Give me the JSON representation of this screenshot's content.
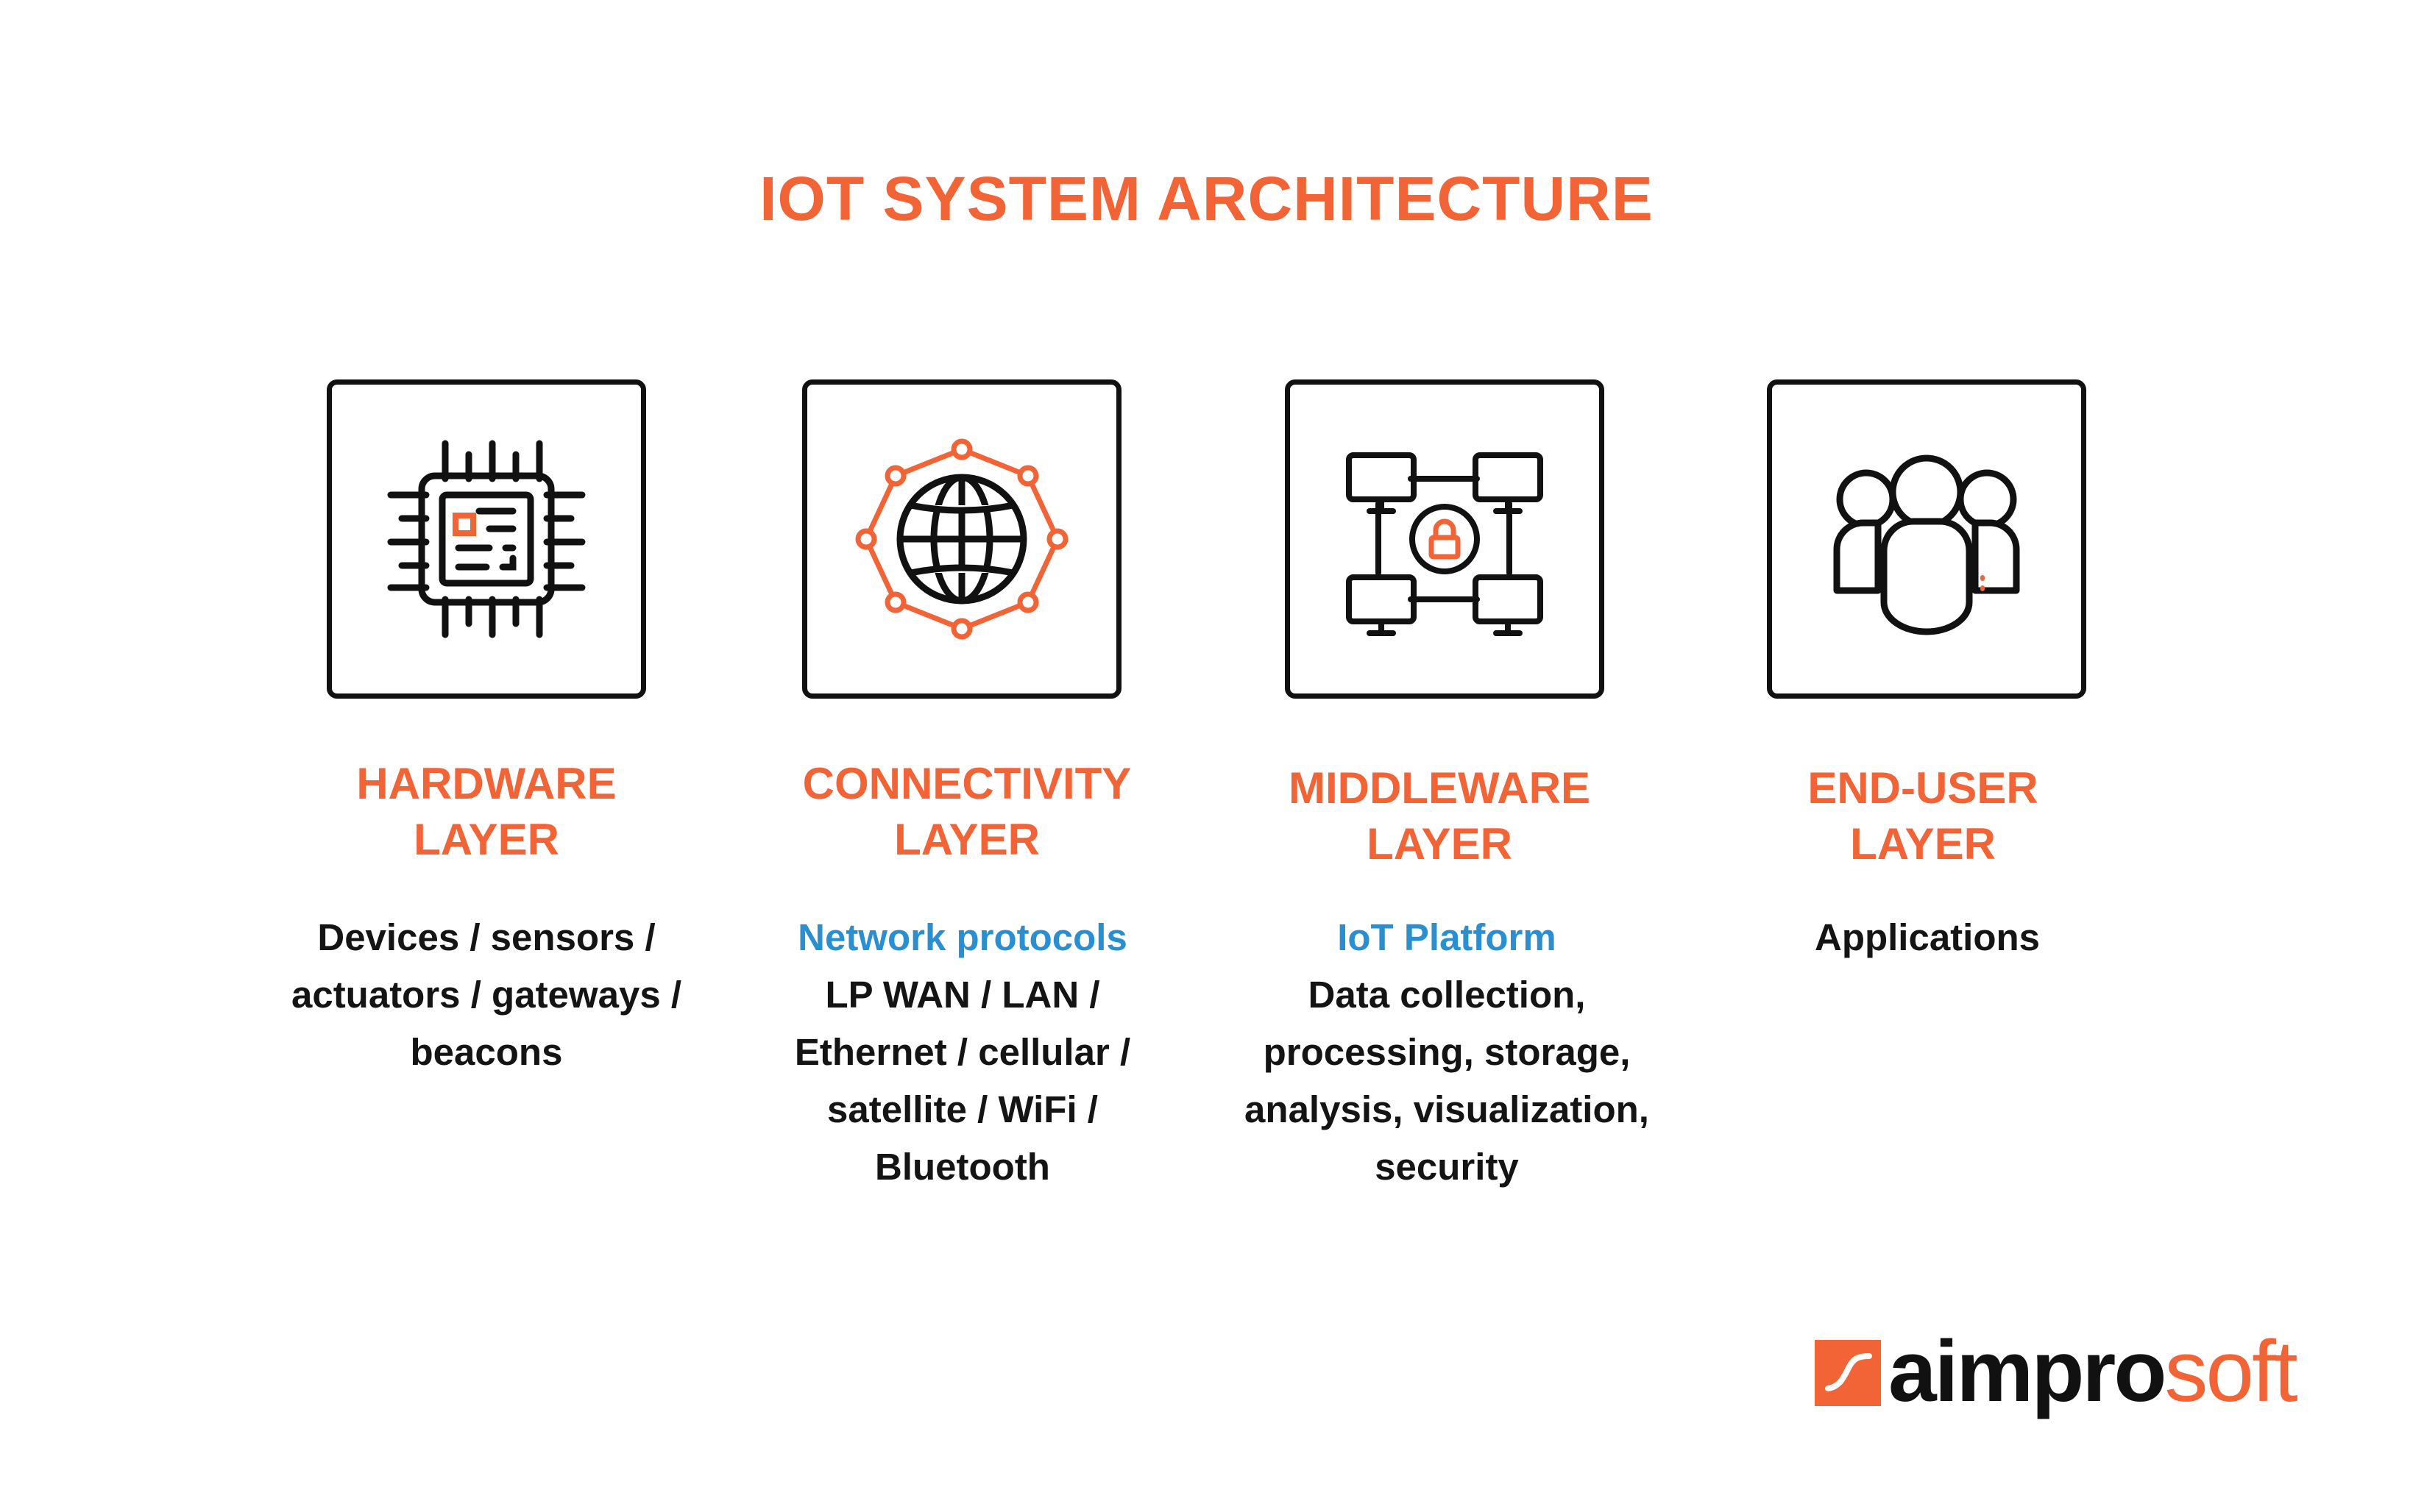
{
  "title": "IOT SYSTEM ARCHITECTURE",
  "colors": {
    "accent": "#f26336",
    "subheading": "#2a8fd1",
    "text": "#141414",
    "stroke": "#111111"
  },
  "layers": [
    {
      "icon": "microchip-icon",
      "title_line1": "HARDWARE",
      "title_line2": "LAYER",
      "subheading": "",
      "lines": [
        "Devices / sensors /",
        "actuators / gateways /",
        "beacons"
      ]
    },
    {
      "icon": "globe-network-icon",
      "title_line1": "CONNECTIVITY",
      "title_line2": "LAYER",
      "subheading": "Network protocols",
      "lines": [
        "LP WAN / LAN /",
        "Ethernet / cellular /",
        "satellite / WiFi /",
        "Bluetooth"
      ]
    },
    {
      "icon": "networked-computers-lock-icon",
      "title_line1": "MIDDLEWARE",
      "title_line2": "LAYER",
      "subheading": "IoT Platform",
      "lines": [
        "Data collection,",
        "processing, storage,",
        "analysis, visualization,",
        "security"
      ]
    },
    {
      "icon": "user-group-icon",
      "title_line1": "END-USER",
      "title_line2": "LAYER",
      "subheading": "",
      "lines": [
        "Applications"
      ]
    }
  ],
  "logo": {
    "text_main": "aimpro",
    "text_accent": "soft"
  }
}
